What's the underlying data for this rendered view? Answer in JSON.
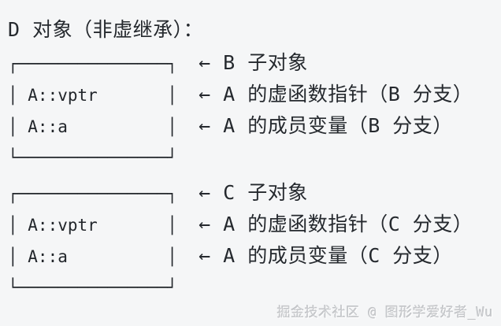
{
  "page": {
    "background_color": "#f5f6f7",
    "text_color": "#25292e",
    "watermark_color": "#c9cbce"
  },
  "title": "D 对象（非虚继承）：",
  "blocks": [
    {
      "name": "B 子对象",
      "box_lines": [
        "┌───────────────┐",
        "│ A::vptr       │",
        "│ A::a          │",
        "└───────────────┘"
      ],
      "labels": [
        "← B 子对象",
        "← A 的虚函数指针（B 分支）",
        "← A 的成员变量（B 分支）",
        ""
      ]
    },
    {
      "name": "C 子对象",
      "box_lines": [
        "┌───────────────┐",
        "│ A::vptr       │",
        "│ A::a          │",
        "└───────────────┘"
      ],
      "labels": [
        "← C 子对象",
        "← A 的虚函数指针（C 分支）",
        "← A 的成员变量（C 分支）",
        ""
      ]
    }
  ],
  "watermark": "掘金技术社区 @ 图形学爱好者_Wu"
}
